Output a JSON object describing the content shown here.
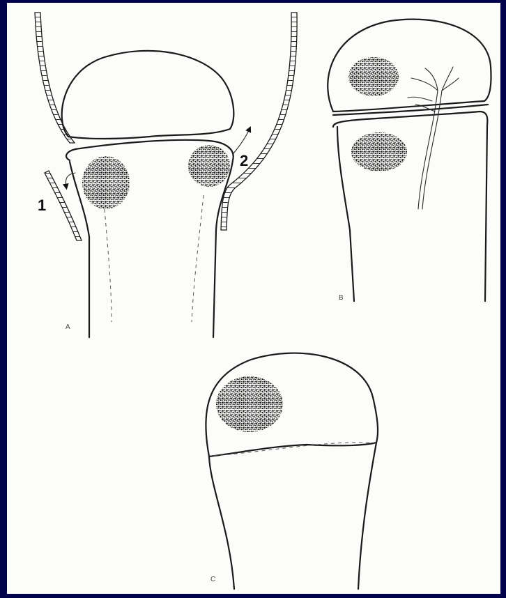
{
  "figure": {
    "panels": [
      {
        "id": "A",
        "label": "A"
      },
      {
        "id": "B",
        "label": "B"
      },
      {
        "id": "C",
        "label": "C"
      }
    ],
    "arrow_labels": {
      "one": "1",
      "two": "2"
    }
  },
  "colors": {
    "frame": "#02024a",
    "paper": "#fcfcfa",
    "ink": "#1a1a1a"
  }
}
